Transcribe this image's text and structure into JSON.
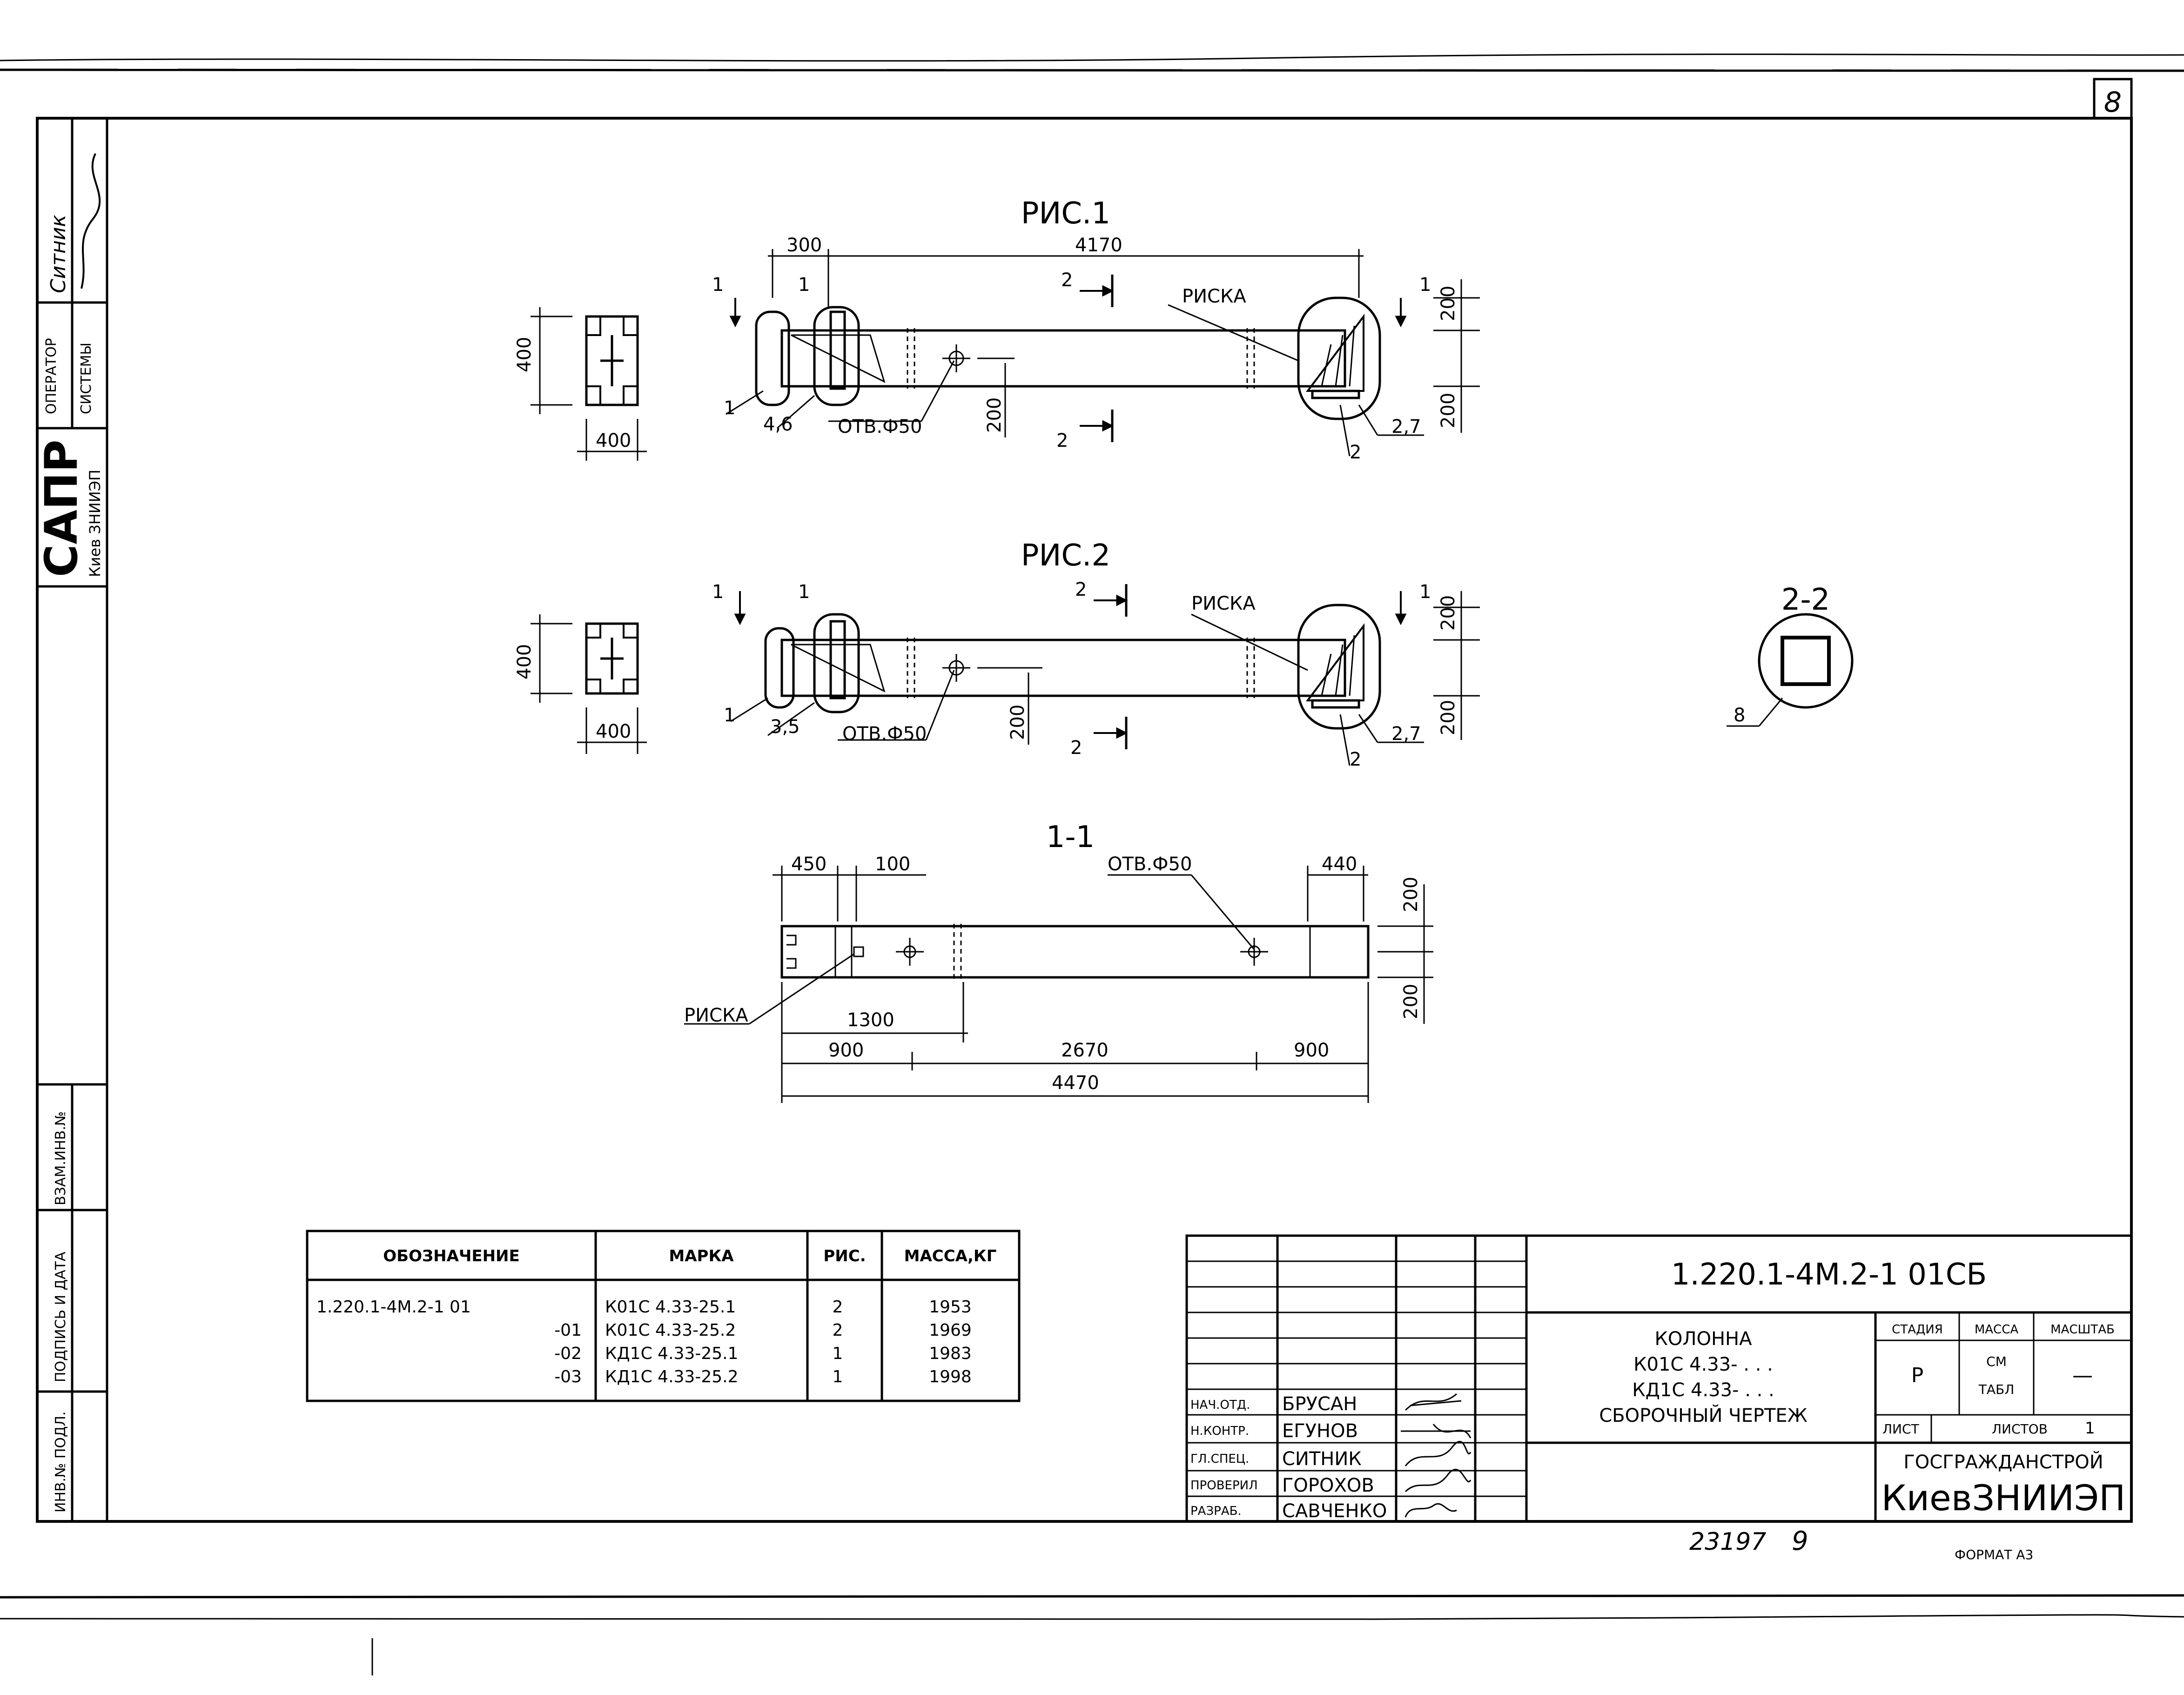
{
  "sheet": {
    "page_number": "8",
    "footer_number": "23197",
    "footer_page": "9",
    "format": "ФОРМАТ А3"
  },
  "side_stamp": {
    "operator_label": "ОПЕРАТОР",
    "system_label": "СИСТЕМЫ",
    "sapr": "САПР",
    "org": "Киев ЗНИИЭП",
    "operator_name": "Ситник"
  },
  "side_columns": {
    "vzam": "ВЗАМ.ИНВ.№",
    "podpis": "ПОДПИСЬ И ДАТА",
    "inv": "ИНВ.№ ПОДЛ."
  },
  "figures": {
    "ris1_title": "РИС.1",
    "ris2_title": "РИС.2",
    "section_1_title": "1-1",
    "section_2_title": "2-2",
    "riska": "РИСКА",
    "hole": "ОТВ.Ф50",
    "ris1": {
      "dim_300": "300",
      "dim_4170": "4170",
      "dim_400_h": "400",
      "dim_400_w": "400",
      "dim_200_a": "200",
      "dim_200_b": "200",
      "dim_200_c": "200",
      "pos_1a": "1",
      "pos_1b": "1",
      "pos_1c": "1",
      "pos_1d": "1",
      "pos_2a": "2",
      "pos_2b": "2",
      "pos_2c": "2",
      "pos_46": "4,6",
      "pos_27": "2,7"
    },
    "ris2": {
      "dim_400_h": "400",
      "dim_400_w": "400",
      "dim_200_a": "200",
      "dim_200_b": "200",
      "dim_200_c": "200",
      "pos_1a": "1",
      "pos_1b": "1",
      "pos_1c": "1",
      "pos_1d": "1",
      "pos_2a": "2",
      "pos_2b": "2",
      "pos_2c": "2",
      "pos_35": "3,5",
      "pos_27": "2,7"
    },
    "sec1": {
      "dim_450": "450",
      "dim_100": "100",
      "dim_440": "440",
      "dim_1300": "1300",
      "dim_900a": "900",
      "dim_2670": "2670",
      "dim_900b": "900",
      "dim_4470": "4470",
      "dim_200a": "200",
      "dim_200b": "200"
    },
    "sec2": {
      "pos_8": "8"
    }
  },
  "spec_table": {
    "headers": [
      "ОБОЗНАЧЕНИЕ",
      "МАРКА",
      "РИС.",
      "МАССА,КГ"
    ],
    "rows": [
      [
        "1.220.1-4М.2-1 01",
        "К01С 4.33-25.1",
        "2",
        "1953"
      ],
      [
        "-01",
        "К01С 4.33-25.2",
        "2",
        "1969"
      ],
      [
        "-02",
        "КД1С 4.33-25.1",
        "1",
        "1983"
      ],
      [
        "-03",
        "КД1С 4.33-25.2",
        "1",
        "1998"
      ]
    ]
  },
  "title_block": {
    "code": "1.220.1-4М.2-1 01СБ",
    "name_lines": [
      "КОЛОННА",
      "К01С 4.33- . . .",
      "КД1С 4.33- . . .",
      "СБОРОЧНЫЙ ЧЕРТЕЖ"
    ],
    "stage_label": "СТАДИЯ",
    "mass_label": "МАССА",
    "scale_label": "МАСШТАБ",
    "stage_value": "Р",
    "mass_value_1": "СМ",
    "mass_value_2": "ТАБЛ",
    "scale_value": "—",
    "sheet_label": "ЛИСТ",
    "sheets_label": "ЛИСТОВ",
    "sheets_value": "1",
    "org_top": "ГОСГРАЖДАНСТРОЙ",
    "org_bottom": "КиевЗНИИЭП",
    "signers": [
      {
        "role": "НАЧ.ОТД.",
        "name": "БРУСАН"
      },
      {
        "role": "Н.КОНТР.",
        "name": "ЕГУНОВ"
      },
      {
        "role": "ГЛ.СПЕЦ.",
        "name": "СИТНИК"
      },
      {
        "role": "ПРОВЕРИЛ",
        "name": "ГОРОХОВ"
      },
      {
        "role": "РАЗРАБ.",
        "name": "САВЧЕНКО"
      }
    ]
  }
}
